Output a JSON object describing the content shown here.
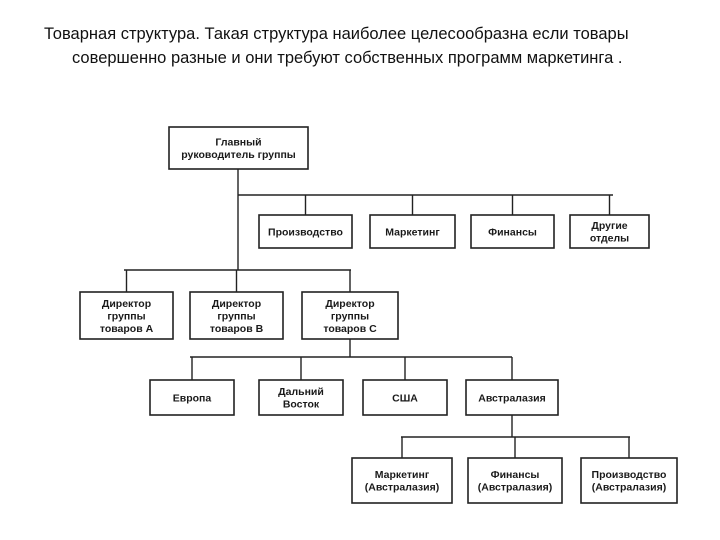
{
  "caption": {
    "line1": "Товарная структура. Такая структура наиболее целесообразна если товары",
    "line2": "совершенно разные и они требуют собственных программ маркетинга ."
  },
  "diagram": {
    "head": {
      "lines": [
        "Главный",
        "руководитель группы"
      ]
    },
    "staff": [
      {
        "lines": [
          "Производство"
        ]
      },
      {
        "lines": [
          "Маркетинг"
        ]
      },
      {
        "lines": [
          "Финансы"
        ]
      },
      {
        "lines": [
          "Другие",
          "отделы"
        ]
      }
    ],
    "directors": [
      {
        "lines": [
          "Директор",
          "группы",
          "товаров А"
        ]
      },
      {
        "lines": [
          "Директор",
          "группы",
          "товаров В"
        ]
      },
      {
        "lines": [
          "Директор",
          "группы",
          "товаров С"
        ]
      }
    ],
    "regions": [
      {
        "lines": [
          "Европа"
        ]
      },
      {
        "lines": [
          "Дальний",
          "Восток"
        ]
      },
      {
        "lines": [
          "США"
        ]
      },
      {
        "lines": [
          "Австралазия"
        ]
      }
    ],
    "australasia_units": [
      {
        "lines": [
          "Маркетинг",
          "(Австралазия)"
        ]
      },
      {
        "lines": [
          "Финансы",
          "(Австралазия)"
        ]
      },
      {
        "lines": [
          "Производство",
          "(Австралазия)"
        ]
      }
    ]
  }
}
